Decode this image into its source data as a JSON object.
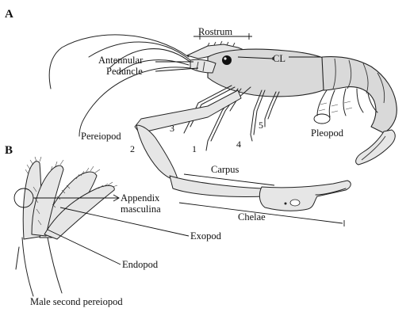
{
  "panels": {
    "a": "A",
    "b": "B"
  },
  "labels": {
    "rostrum": "Rostrum",
    "cl": "CL",
    "antennular_peduncle_1": "Antennular",
    "antennular_peduncle_2": "Peduncle",
    "pereiopod": "Pereiopod",
    "pleopod": "Pleopod",
    "carpus": "Carpus",
    "chelae": "Chelae",
    "appendix_masculina_1": "Appendix",
    "appendix_masculina_2": "masculina",
    "exopod": "Exopod",
    "endopod": "Endopod",
    "caption_b": "Male second pereiopod"
  },
  "leg_numbers": [
    "1",
    "2",
    "3",
    "4",
    "5"
  ],
  "colors": {
    "ink": "#222222",
    "shell": "#d9d9d9",
    "background": "#ffffff"
  }
}
